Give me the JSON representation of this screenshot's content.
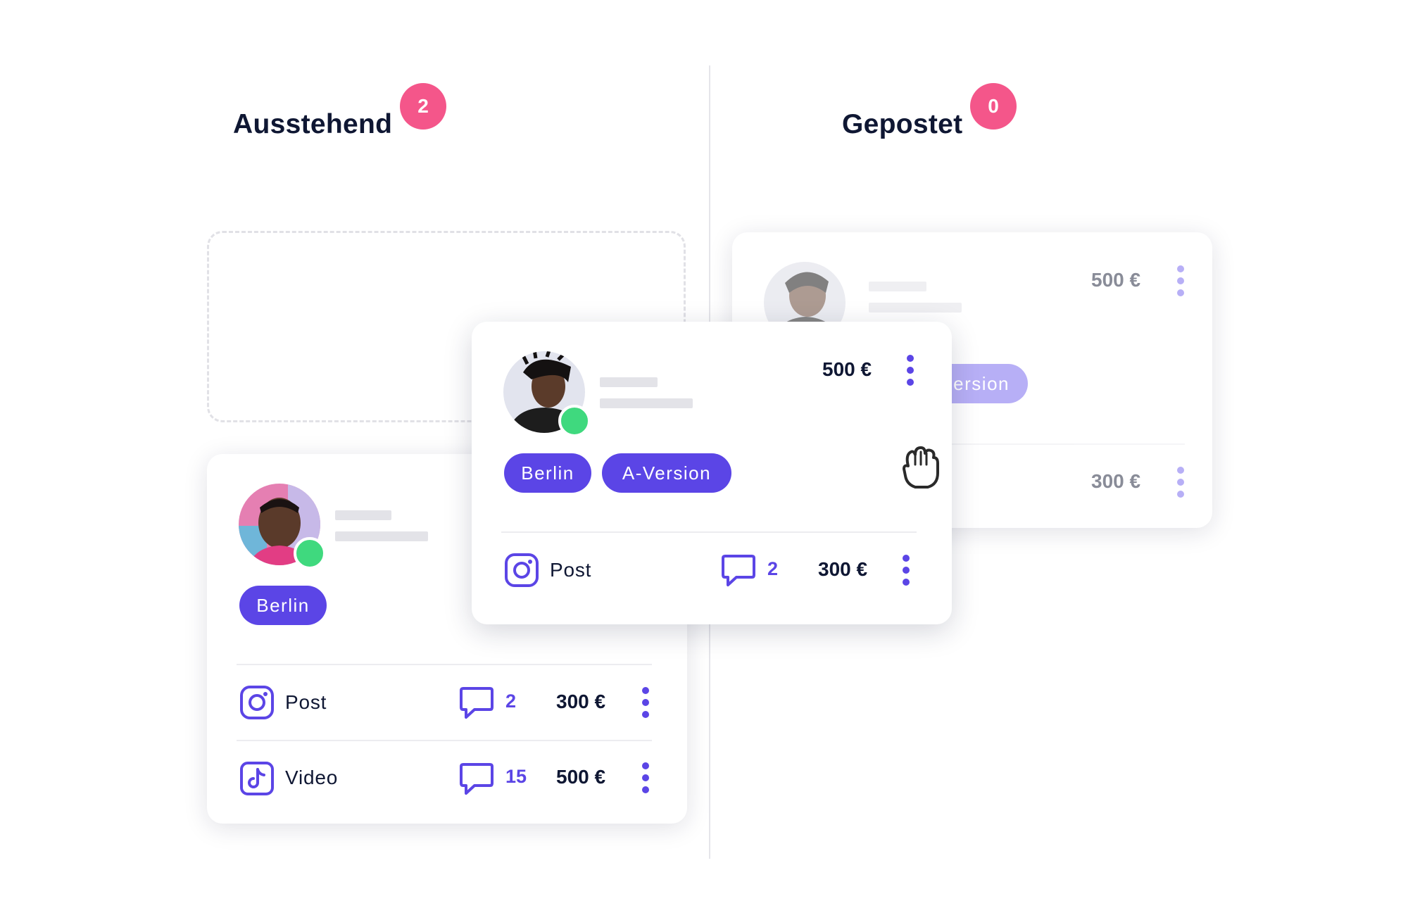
{
  "columns": {
    "pending": {
      "title": "Ausstehend",
      "count": "2"
    },
    "posted": {
      "title": "Gepostet",
      "count": "0"
    }
  },
  "bottom_card": {
    "tags": [
      "Berlin"
    ],
    "rows": [
      {
        "icon": "instagram-icon",
        "label": "Post",
        "comments": "2",
        "price": "300 €"
      },
      {
        "icon": "tiktok-icon",
        "label": "Video",
        "comments": "15",
        "price": "500 €"
      }
    ]
  },
  "dragged_card": {
    "price": "500 €",
    "tags": [
      "Berlin",
      "A-Version"
    ],
    "rows": [
      {
        "icon": "instagram-icon",
        "label": "Post",
        "comments": "2",
        "price": "300 €"
      }
    ]
  },
  "ghost_card": {
    "price": "500 €",
    "tag_partial": "ersion",
    "row_price": "300 €"
  },
  "colors": {
    "accent": "#5b45e6",
    "badge": "#f4568a",
    "online": "#3fd97e",
    "title": "#0f1733"
  }
}
